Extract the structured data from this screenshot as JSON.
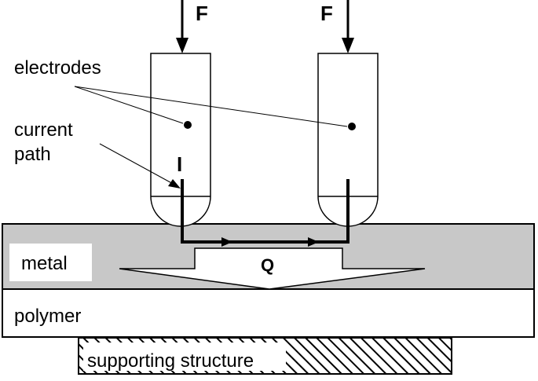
{
  "labels": {
    "force_left": "F",
    "force_right": "F",
    "electrodes": "electrodes",
    "current_path_line1": "current",
    "current_path_line2": "path",
    "current_symbol": "I",
    "heat_symbol": "Q",
    "metal": "metal",
    "polymer": "polymer",
    "supporting_structure": "supporting structure"
  },
  "colors": {
    "metal_layer": "#c8c8c8",
    "polymer_layer": "#ffffff",
    "outline": "#000000",
    "label_box": "#ffffff"
  }
}
